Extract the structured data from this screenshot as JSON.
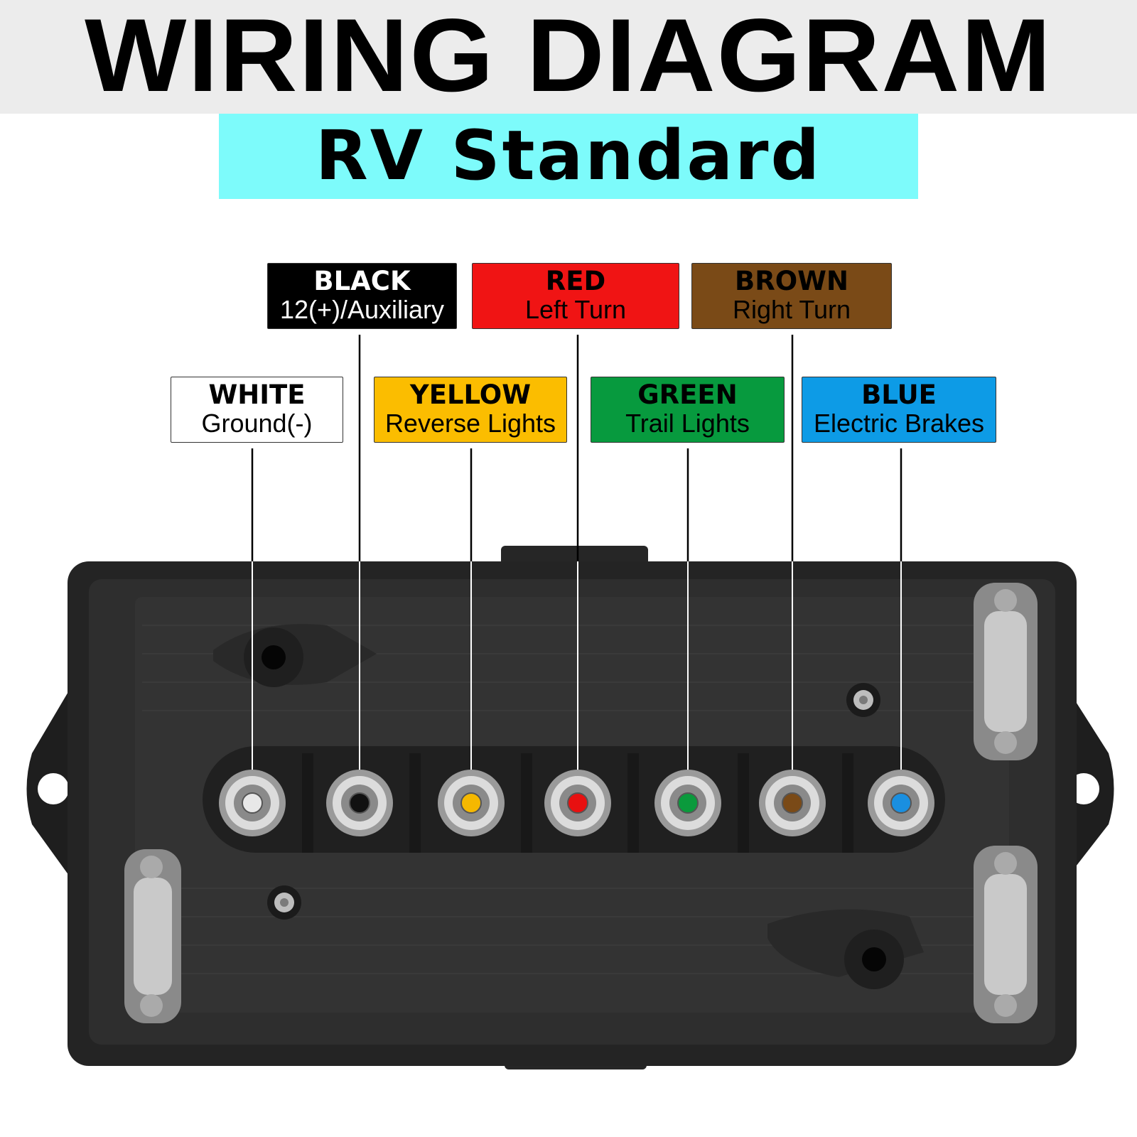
{
  "title": "WIRING DIAGRAM",
  "subtitle": "RV Standard",
  "colors": {
    "header_band": "#ececec",
    "subtitle_band": "#7dfbfb",
    "housing": "#2a2a2a"
  },
  "wires": [
    {
      "id": "white",
      "name": "WHITE",
      "function": "Ground(-)",
      "color": "#ffffff",
      "dot": "#e8e8e8",
      "text": "#000000"
    },
    {
      "id": "black",
      "name": "BLACK",
      "function": "12(+)/Auxiliary",
      "color": "#000000",
      "dot": "#111111",
      "text": "#ffffff"
    },
    {
      "id": "yellow",
      "name": "YELLOW",
      "function": "Reverse Lights",
      "color": "#fbbd00",
      "dot": "#f5b800",
      "text": "#000000"
    },
    {
      "id": "red",
      "name": "RED",
      "function": "Left Turn",
      "color": "#f01414",
      "dot": "#e81010",
      "text": "#000000"
    },
    {
      "id": "green",
      "name": "GREEN",
      "function": "Trail Lights",
      "color": "#079a3e",
      "dot": "#0a9a3c",
      "text": "#000000"
    },
    {
      "id": "brown",
      "name": "BROWN",
      "function": "Right Turn",
      "color": "#7a4a17",
      "dot": "#7a4a17",
      "text": "#000000"
    },
    {
      "id": "blue",
      "name": "BLUE",
      "function": "Electric Brakes",
      "color": "#0d9be6",
      "dot": "#1a8fe0",
      "text": "#000000"
    }
  ]
}
